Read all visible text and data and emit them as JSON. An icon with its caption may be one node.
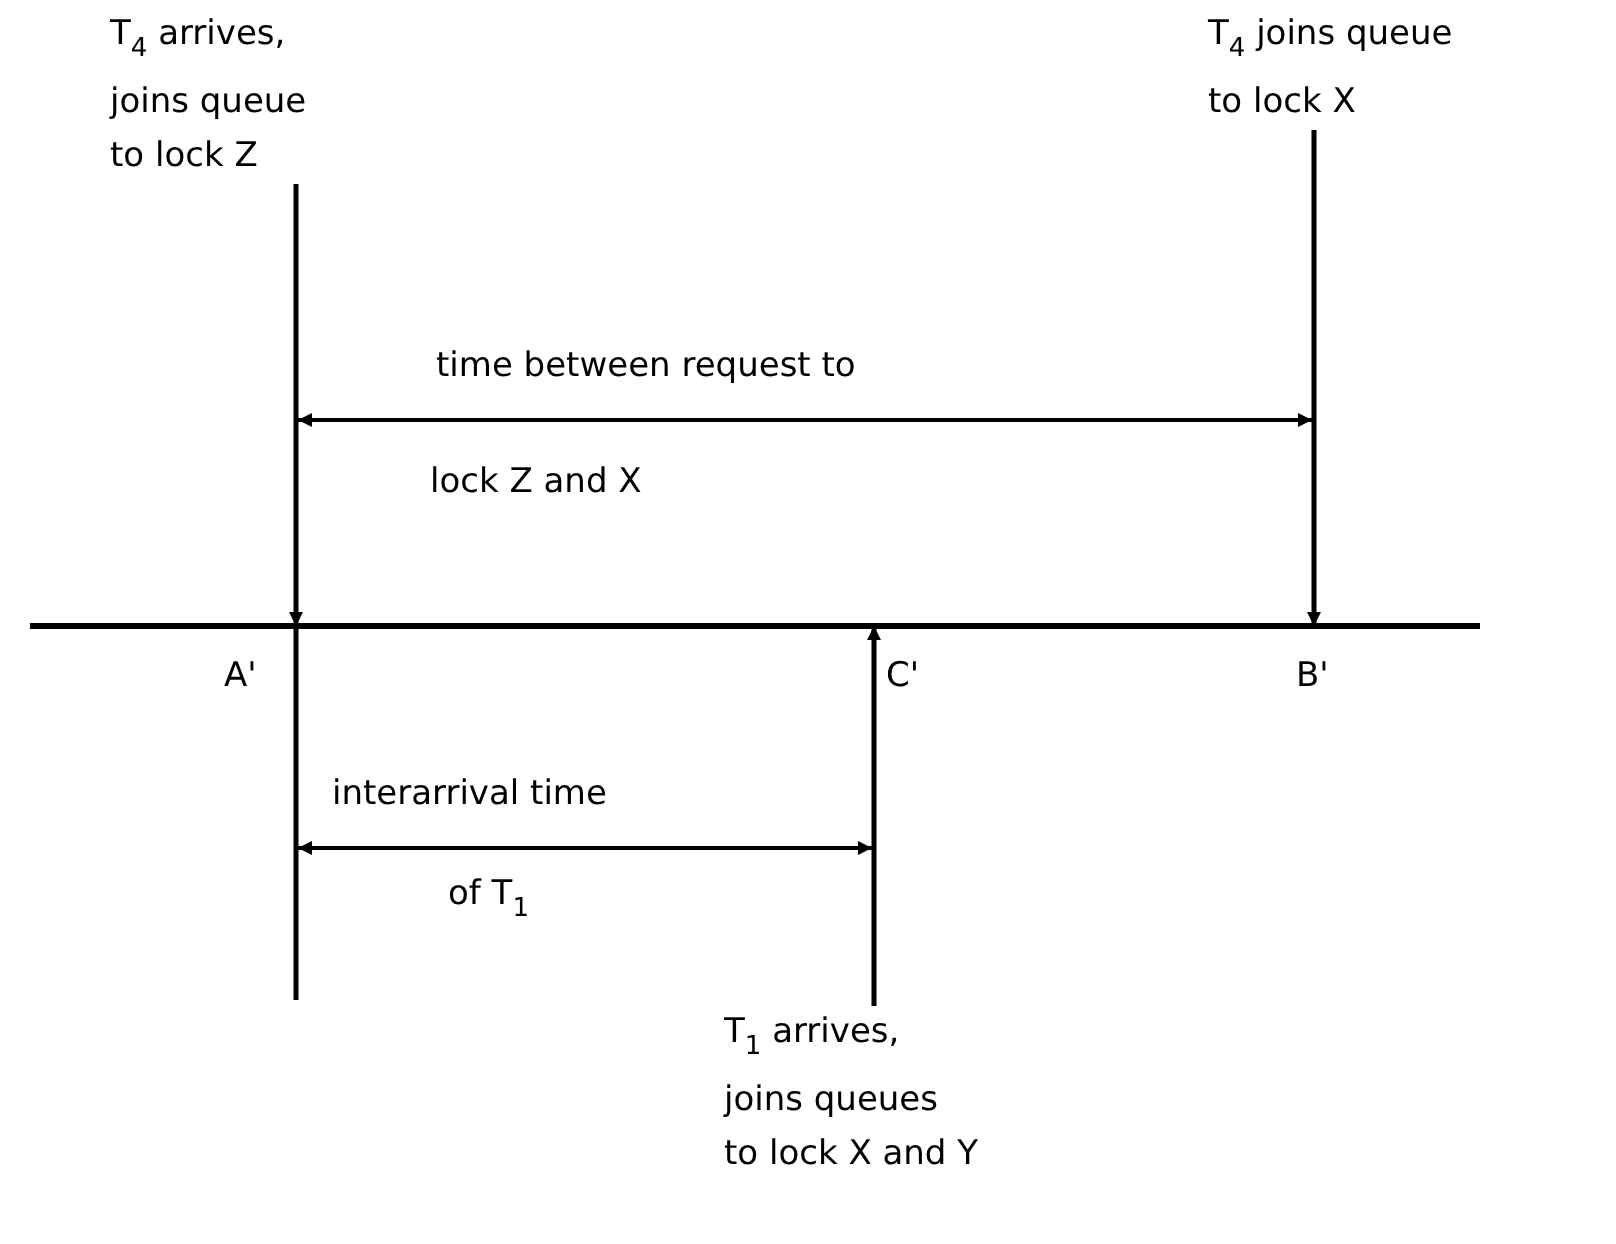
{
  "diagram": {
    "nodes": [
      {
        "text": [
          "T$_{4}$ arrives, joins queue to lock Z"
        ]
      },
      {
        "text": [
          "T$_{4}$ joins queue to lock X"
        ]
      },
      {
        "text": [
          "T$_{1}$ arrives, joins queues to lock X and Y"
        ]
      },
      {
        "text": [
          "A'"
        ]
      },
      {
        "text": [
          "B'"
        ]
      },
      {
        "text": [
          "C'"
        ]
      }
    ],
    "edges": [
      {
        "from": 0,
        "to": 3,
        "arrow": "to"
      },
      {
        "from": 1,
        "to": 4,
        "arrow": "to"
      },
      {
        "from": 2,
        "to": 5,
        "arrow": "to"
      }
    ],
    "labels": [
      "time between request to",
      "lock Z and X",
      "interarrival time",
      "of T$_{1}$"
    ]
  }
}
